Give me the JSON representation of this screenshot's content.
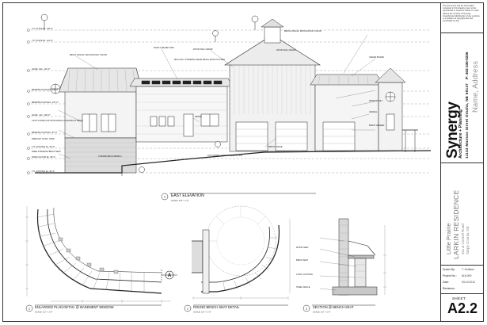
{
  "disclaimer": "This document and the information contained in this drawing may not be reproduced or copied in whole or in part without the consent of Synergy. Unauthorized distribution of any sections is a violation of copyright law and punishable by law.",
  "firm": {
    "logo": "Synergy",
    "tagline": "Architecture + Planning",
    "address": "11143 Mansas Street  Omaha, NE 68137",
    "phone": "P: 402-330-0236",
    "name_address": "Name, Address"
  },
  "project": {
    "line1": "Little Prairie",
    "line2": "LARKIN RESIDENCE",
    "line3a": "3xx & Cornell Road",
    "line3b": "Sarpy County, NE"
  },
  "info": [
    {
      "label": "Drawn By:",
      "value": "T. Kohlson"
    },
    {
      "label": "Project No.:",
      "value": "#15-000"
    },
    {
      "label": "Date:",
      "value": "03.10.2012"
    },
    {
      "label": "Revisions:",
      "value": ""
    }
  ],
  "sheet": {
    "label": "SHEET:",
    "number": "A2.2"
  },
  "views": {
    "east_elevation": {
      "number": "1",
      "title": "EAST ELEVATION",
      "scale": "SCALE: 1/8\" = 1'-0\""
    },
    "plan_detail": {
      "number": "1",
      "title": "ENLARGED PLAN DETAIL @ BASEMENT WINDOW",
      "scale": "SCALE: 1/2\" = 1'-0\""
    },
    "bench_detail": {
      "number": "1",
      "title": "ROUND BENCH SEAT DETAIL",
      "scale": "SCALE: 1/2\" = 1'-0\""
    },
    "section": {
      "number": "1",
      "title": "SECTION @ BENCH SEAT",
      "scale": "SCALE: 1/2\" = 1'-0\""
    },
    "section_marker": "A"
  },
  "level_labels": [
    "T.O. PLATE EL. 130'-0\"",
    "T.O. PLATE EL. 121'-0\"",
    "LEVEL 2 EL. 110'-0\"",
    "BEARING PLATE EL. 108'-0\"",
    "BEARING PLATE EL. 107'-0\"",
    "LEVEL 1 EL. 100'-0\"",
    "BEARING PLATE EL. 97'-0\"",
    "T.O. FOOTING EL. 92'-0\"",
    "FINISH FLOOR EL. 89'-0\"",
    "T.O. FOOTING EL. 86'-0\""
  ],
  "notes": {
    "metal_fascia_left": "METAL FASCIA, MATCH ROOF COLOR",
    "roof_line": "ROOF LINE BEYOND",
    "wood_rail": "WOOD RAIL CEDAR",
    "multi_ply": "MULTI-PLY STANDING SEAM METAL ROOF SYSTEM",
    "metal_fascia_right": "METAL FASCIA, MATCH ROOF COLOR",
    "wood_rail_cedar": "WOOD RAIL CEDAR",
    "cedar_board": "CEDAR BOARD",
    "stone_veneer": "CAST STONE CAP WITH METAL FLASHING AT BRICK",
    "precast": "PRECAST CONC. STEP",
    "free_standing": "FREE STANDING BRICK SEAT",
    "curved_brick": "CURVED BRICK BENCH",
    "brick_ledge": "BRICK LEDGE",
    "cut_stone": "CUT STONE LEDGE / FALSE STOOL",
    "siding": "SIDING",
    "window_sill": "WINDOW SILL",
    "gravel": "GRAVEL",
    "brick_veneer": "BRICK VENEER",
    "wood_seat": "WOOD SEAT",
    "brick_seat": "BRICK SEAT",
    "concrete_footing": "CONC. FOOTING",
    "steel_angle": "STEEL ANGLE"
  }
}
